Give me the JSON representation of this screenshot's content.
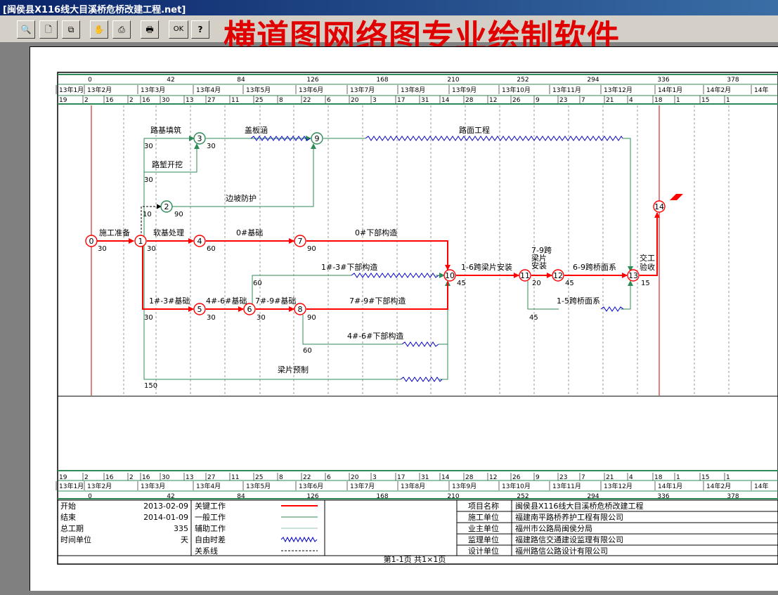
{
  "window": {
    "title": "[闽侯县X116线大目溪桥危桥改建工程.net]",
    "banner": "横道图网络图专业绘制软件"
  },
  "toolbar": {
    "buttons": [
      {
        "name": "zoom-icon",
        "glyph": "🔍"
      },
      {
        "name": "page-icon",
        "glyph": "🗋"
      },
      {
        "name": "copy-icon",
        "glyph": "⧉"
      },
      {
        "name": "hand-icon",
        "glyph": "✋"
      },
      {
        "name": "print-setup-icon",
        "glyph": "⎙"
      },
      {
        "name": "printer-icon",
        "glyph": "🖶"
      },
      {
        "name": "ok",
        "label": "OK"
      },
      {
        "name": "help-icon",
        "glyph": "?"
      }
    ]
  },
  "ruler": {
    "days": [
      "0",
      "42",
      "84",
      "126",
      "168",
      "210",
      "252",
      "294",
      "336",
      "378"
    ],
    "months": [
      "13年1月",
      "13年2月",
      "13年3月",
      "13年4月",
      "13年5月",
      "13年6月",
      "13年7月",
      "13年8月",
      "13年9月",
      "13年10月",
      "13年11月",
      "13年12月",
      "14年1月",
      "14年2月",
      "14年"
    ],
    "dates": [
      "19",
      "2",
      "16",
      "2",
      "16",
      "30",
      "13",
      "27",
      "11",
      "25",
      "8",
      "22",
      "6",
      "20",
      "3",
      "17",
      "31",
      "14",
      "28",
      "12",
      "26",
      "9",
      "23",
      "7",
      "21",
      "4",
      "18",
      "1",
      "15",
      "1"
    ]
  },
  "network": {
    "nodes": [
      "0",
      "1",
      "2",
      "3",
      "4",
      "5",
      "6",
      "7",
      "8",
      "9",
      "10",
      "11",
      "12",
      "13",
      "14"
    ],
    "activities": [
      {
        "label": "施工准备",
        "duration": "30"
      },
      {
        "label": "路基填筑",
        "duration": "30"
      },
      {
        "label": "路堑开挖",
        "duration": "30"
      },
      {
        "label": "盖板涵",
        "duration": "30"
      },
      {
        "label": "路面工程",
        "duration": ""
      },
      {
        "label": "边坡防护",
        "duration": "90"
      },
      {
        "label": "软基处理",
        "duration": "30"
      },
      {
        "label": "0#基础",
        "duration": "60"
      },
      {
        "label": "0#下部构造",
        "duration": "90"
      },
      {
        "label": "1#-3#下部构造",
        "duration": "60"
      },
      {
        "label": "1-6跨梁片安装",
        "duration": "45"
      },
      {
        "label": "7-9跨梁片安装",
        "duration": "20"
      },
      {
        "label": "6-9跨桥面系",
        "duration": "45"
      },
      {
        "label": "交工验收",
        "duration": "15"
      },
      {
        "label": "1#-3#基础",
        "duration": "30"
      },
      {
        "label": "4#-6#基础",
        "duration": "30"
      },
      {
        "label": "7#-9#基础",
        "duration": "30"
      },
      {
        "label": "7#-9#下部构造",
        "duration": "90"
      },
      {
        "label": "4#-6#下部构造",
        "duration": "60"
      },
      {
        "label": "1-5跨桥面系",
        "duration": "45"
      },
      {
        "label": "梁片预制",
        "duration": "150"
      },
      {
        "label": "",
        "duration": "10"
      }
    ]
  },
  "legend": {
    "start_label": "开始",
    "start_value": "2013-02-09",
    "end_label": "结束",
    "end_value": "2014-01-09",
    "total_label": "总工期",
    "total_value": "335",
    "unit_label": "时间单位",
    "unit_value": "天",
    "items": [
      "关键工作",
      "一般工作",
      "辅助工作",
      "自由时差",
      "关系线"
    ]
  },
  "project": {
    "rows": [
      {
        "k": "项目名称",
        "v": "闽侯县X116线大目溪桥危桥改建工程"
      },
      {
        "k": "施工单位",
        "v": "福建南平路桥养护工程有限公司"
      },
      {
        "k": "业主单位",
        "v": "福州市公路局闽侯分局"
      },
      {
        "k": "监理单位",
        "v": "福建路信交通建设监理有限公司"
      },
      {
        "k": "设计单位",
        "v": "福州路信公路设计有限公司"
      }
    ]
  },
  "footer": {
    "page": "第1-1页 共1×1页"
  },
  "colors": {
    "critical": "#ff0000",
    "normal": "#2e8b57",
    "float": "#0000cc",
    "ruler_green": "#2e8b57"
  }
}
